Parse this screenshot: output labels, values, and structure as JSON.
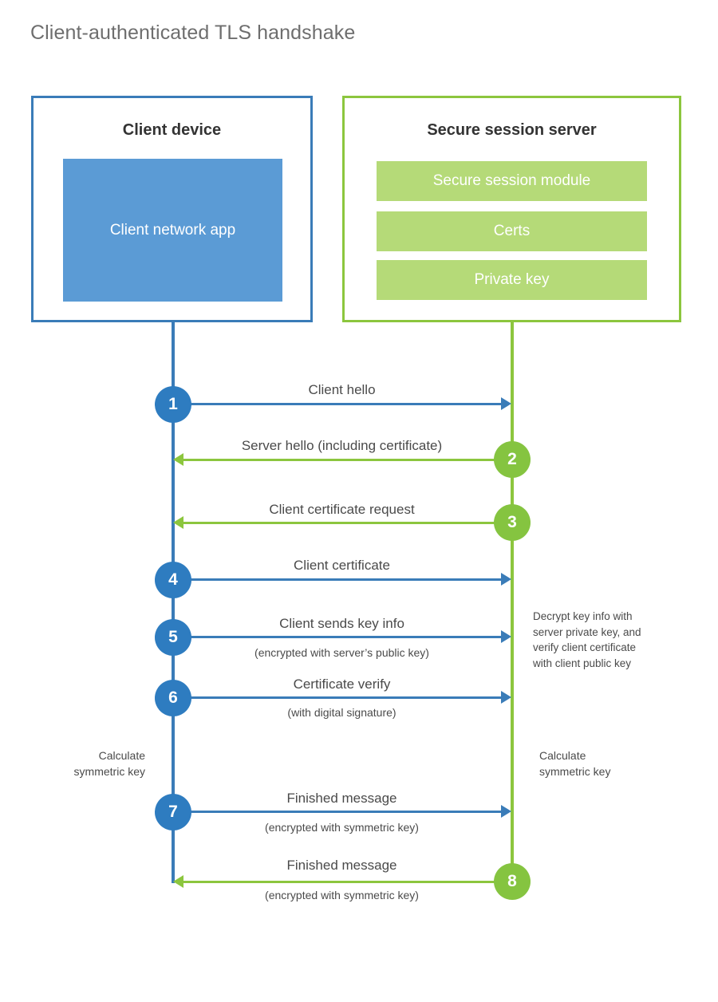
{
  "page": {
    "title": "Client-authenticated TLS handshake"
  },
  "colors": {
    "client_blue_border": "#3a7cb8",
    "client_blue_fill": "#5b9bd5",
    "client_step_circle": "#2e7cc0",
    "server_green_border": "#8cc63e",
    "server_green_fill": "#b5da78",
    "server_step_circle": "#85c440",
    "text": "#4a4a4a",
    "title_text": "#6e6e6e",
    "background": "#ffffff"
  },
  "client": {
    "title": "Client device",
    "app_label": "Client network app"
  },
  "server": {
    "title": "Secure session server",
    "blocks": [
      {
        "label": "Secure session module"
      },
      {
        "label": "Certs"
      },
      {
        "label": "Private key"
      }
    ]
  },
  "steps": [
    {
      "number": "1",
      "label": "Client hello",
      "sub": "",
      "direction": "client-to-server",
      "color": "blue"
    },
    {
      "number": "2",
      "label": "Server hello (including certificate)",
      "sub": "",
      "direction": "server-to-client",
      "color": "green"
    },
    {
      "number": "3",
      "label": "Client certificate request",
      "sub": "",
      "direction": "server-to-client",
      "color": "green"
    },
    {
      "number": "4",
      "label": "Client certificate",
      "sub": "",
      "direction": "client-to-server",
      "color": "blue"
    },
    {
      "number": "5",
      "label": "Client sends key info",
      "sub": "(encrypted with server’s public key)",
      "direction": "client-to-server",
      "color": "blue"
    },
    {
      "number": "6",
      "label": "Certificate verify",
      "sub": "(with digital signature)",
      "direction": "client-to-server",
      "color": "blue"
    },
    {
      "number": "7",
      "label": "Finished message",
      "sub": "(encrypted with symmetric key)",
      "direction": "client-to-server",
      "color": "blue"
    },
    {
      "number": "8",
      "label": "Finished message",
      "sub": "(encrypted with symmetric key)",
      "direction": "server-to-client",
      "color": "green"
    }
  ],
  "notes": {
    "server_decrypt": "Decrypt key info with\nserver private key, and\nverify client certificate\nwith client public key",
    "client_calculate": "Calculate\nsymmetric key",
    "server_calculate": "Calculate\nsymmetric key"
  }
}
